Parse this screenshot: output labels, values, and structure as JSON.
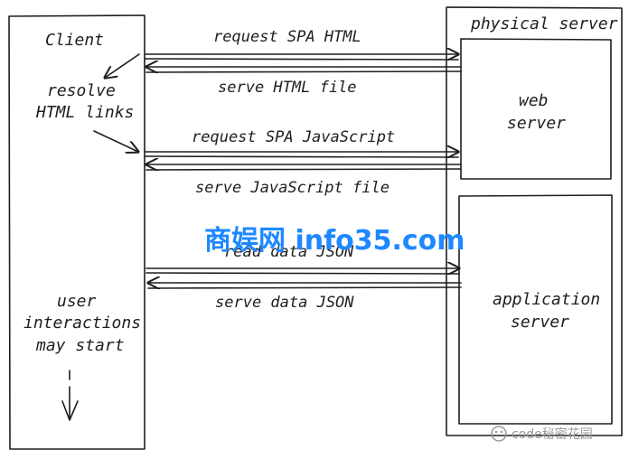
{
  "client": {
    "label": "Client"
  },
  "physical_server": {
    "label": "physical server"
  },
  "web_server": {
    "line1": "web",
    "line2": "server"
  },
  "app_server": {
    "line1": "application",
    "line2": "server"
  },
  "client_notes": {
    "resolve_line1": "resolve",
    "resolve_line2": "HTML links",
    "user_line1": "user",
    "user_line2": "interactions",
    "user_line3": "may start"
  },
  "messages": {
    "request_html": "request SPA HTML",
    "serve_html": "serve HTML file",
    "request_js": "request SPA JavaScript",
    "serve_js": "serve JavaScript file",
    "read_json": "read data JSON",
    "serve_json": "serve data JSON"
  },
  "watermark": {
    "main": "商娱网 info35.com",
    "wechat": "code秘密花园"
  },
  "colors": {
    "ink": "#1e1e1e",
    "watermark": "#1e88ff"
  }
}
